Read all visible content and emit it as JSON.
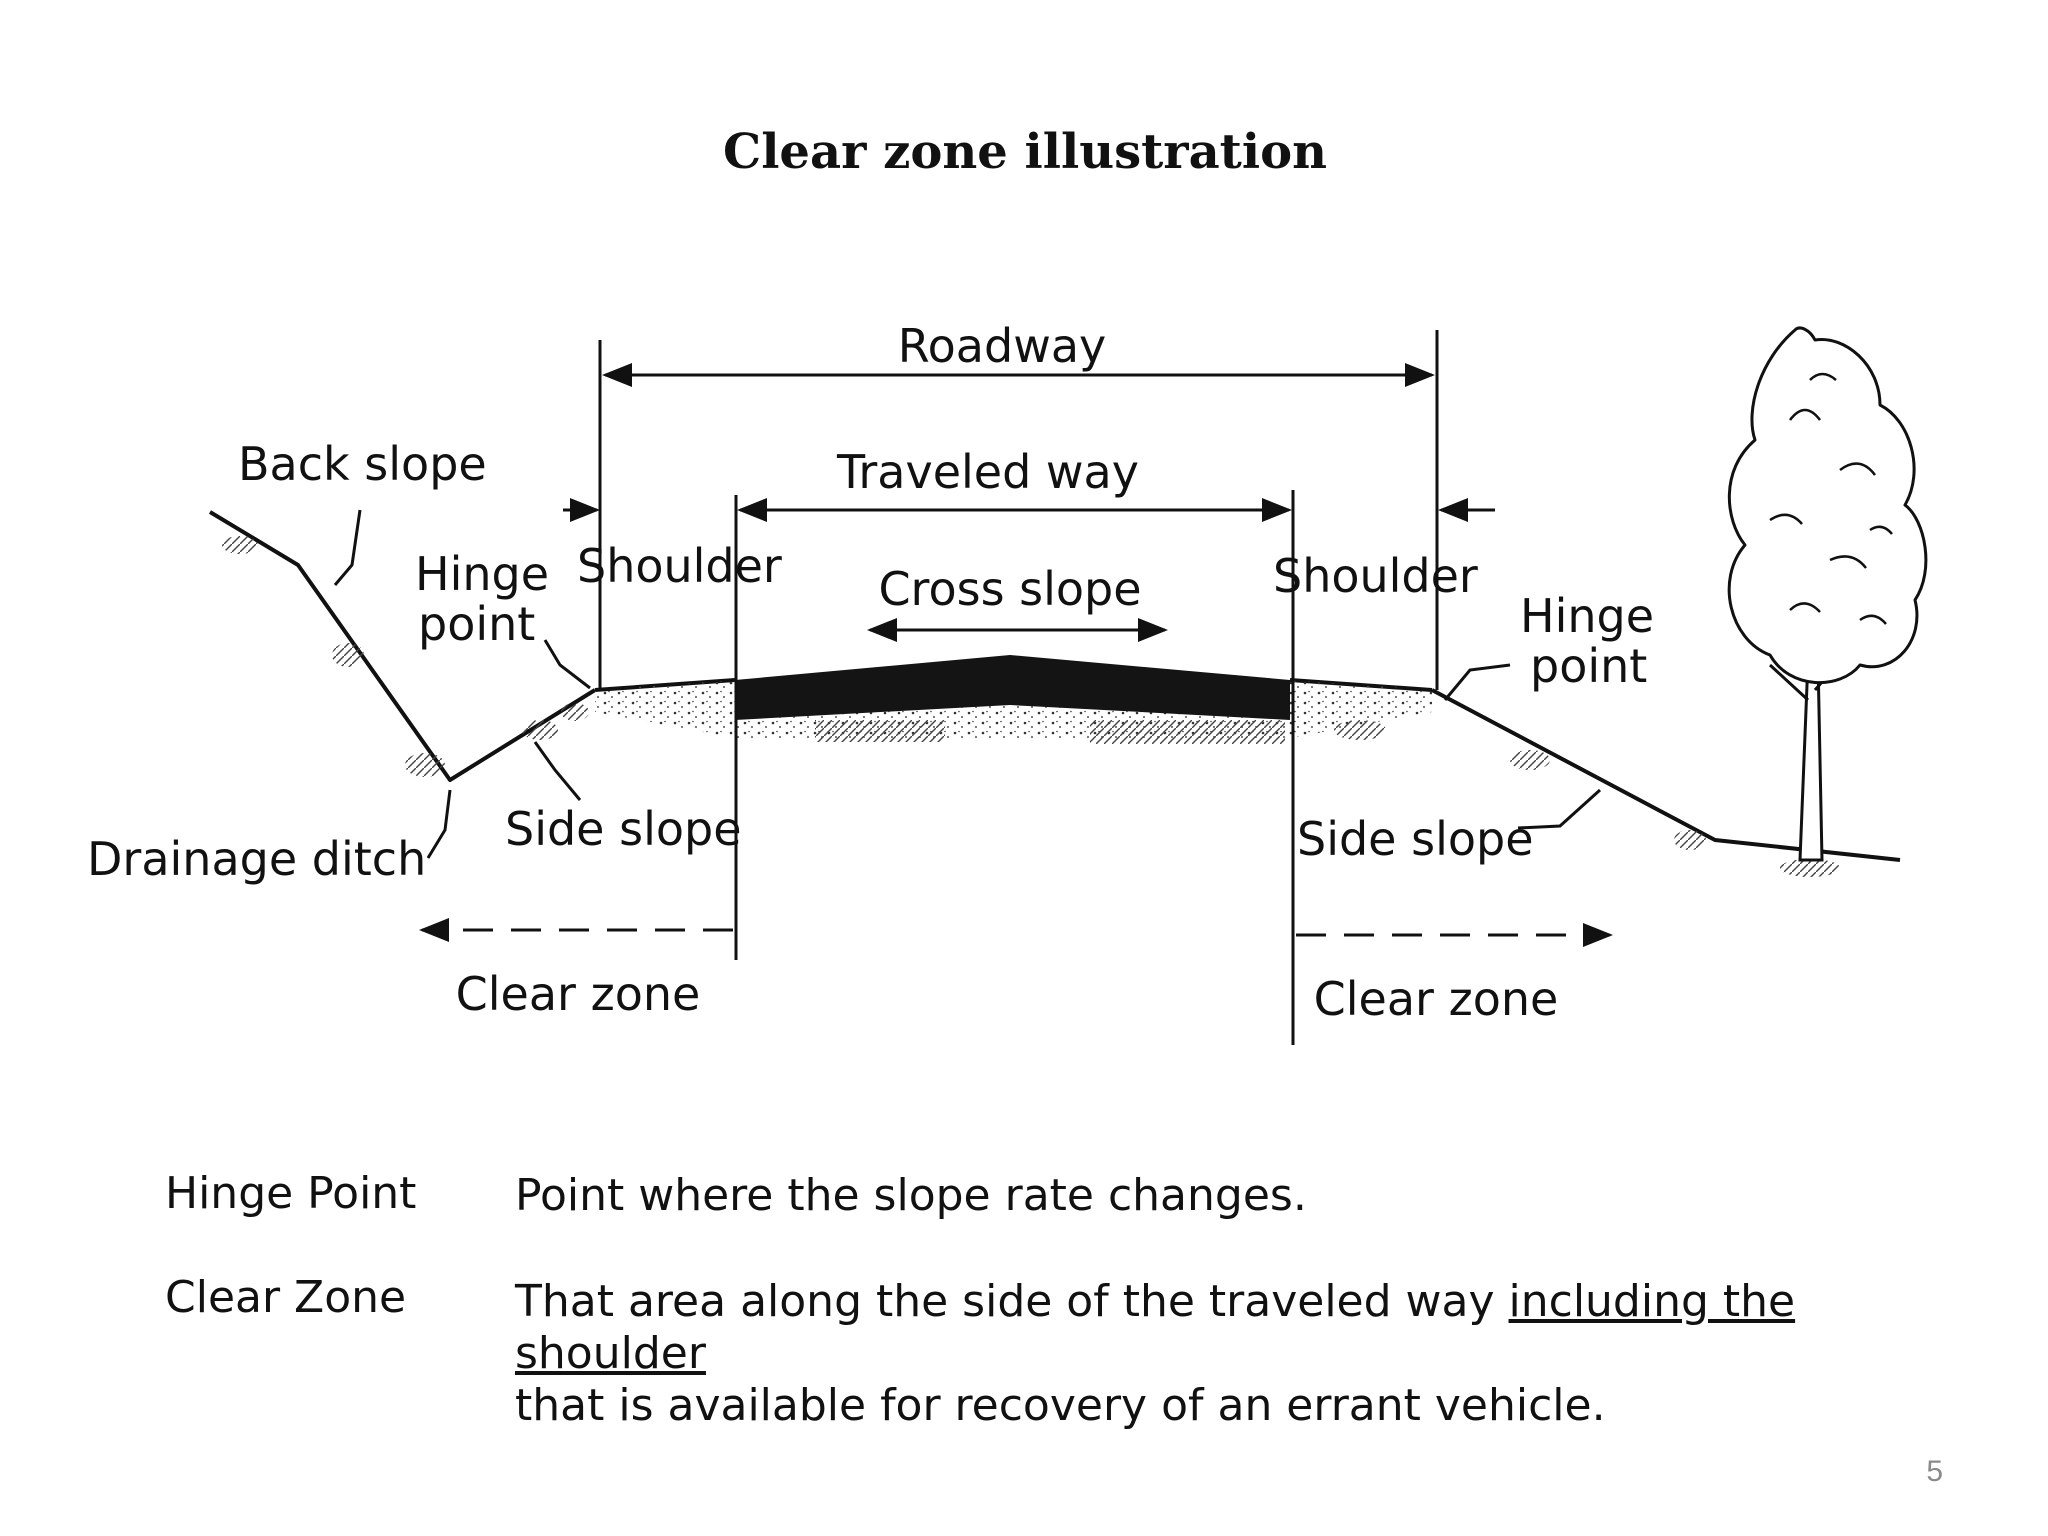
{
  "title": "Clear zone illustration",
  "labels": {
    "roadway": "Roadway",
    "traveled_way": "Traveled way",
    "back_slope": "Back slope",
    "hinge_point_left_1": "Hinge",
    "hinge_point_left_2": "point",
    "shoulder_left": "Shoulder",
    "cross_slope": "Cross slope",
    "shoulder_right": "Shoulder",
    "hinge_point_right_1": "Hinge",
    "hinge_point_right_2": "point",
    "drainage_ditch": "Drainage ditch",
    "side_slope_left": "Side slope",
    "side_slope_right": "Side slope",
    "clear_zone_left": "Clear zone",
    "clear_zone_right": "Clear zone"
  },
  "icons": [
    "tree-icon"
  ],
  "legend": [
    {
      "term": "Hinge Point",
      "definition": "Point where the slope rate changes."
    },
    {
      "term": "Clear Zone",
      "definition_start": "That area along the side of the traveled way ",
      "definition_underlined": "including the shoulder",
      "definition_end": "that is available for recovery of an errant vehicle."
    }
  ],
  "page_number": "5"
}
